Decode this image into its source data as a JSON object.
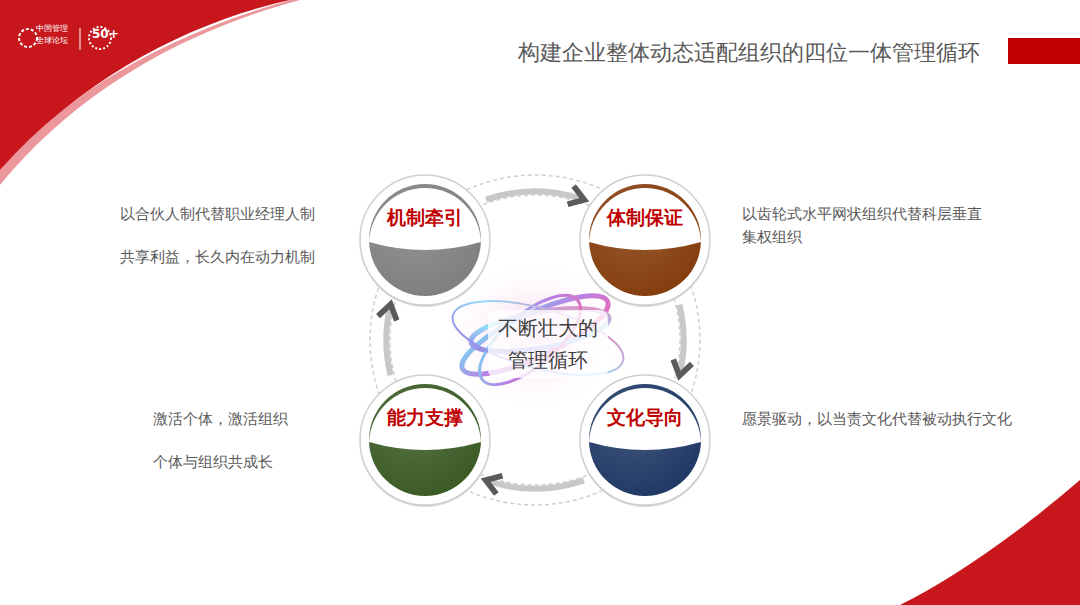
{
  "diagram": {
    "title": "构建企业整体动态适配组织的四位一体管理循环",
    "nodes": [
      {
        "text": [
          "机制牵引"
        ]
      },
      {
        "text": [
          "体制保证"
        ]
      },
      {
        "text": [
          "能力支撑"
        ]
      },
      {
        "text": [
          "文化导向"
        ]
      }
    ],
    "edges": [
      {
        "from": 0,
        "to": 1,
        "arrow": "to"
      },
      {
        "from": 1,
        "to": 3,
        "arrow": "to"
      },
      {
        "from": 3,
        "to": 2,
        "arrow": "to"
      },
      {
        "from": 2,
        "to": 0,
        "arrow": "to"
      }
    ],
    "labels": [
      "中国管理",
      "全球论坛",
      "50+",
      "以合伙人制代替职业经理人制",
      "共享利益，长久内在动力机制",
      "以齿轮式水平网状组织代替科层垂直集权组织",
      "不断壮大的 管理循环",
      "激活个体，激活组织",
      "个体与组织共成长",
      "愿景驱动，以当责文化代替被动执行文化"
    ]
  }
}
